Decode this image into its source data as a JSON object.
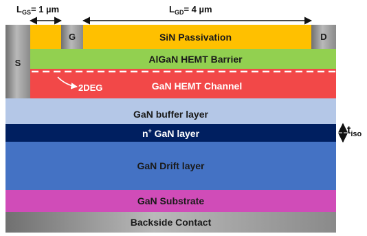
{
  "dimensions": {
    "lgs_label": "L",
    "lgs_sub": "GS",
    "lgs_value": "= 1 µm",
    "lgd_label": "L",
    "lgd_sub": "GD",
    "lgd_value": "= 4 µm"
  },
  "contacts": {
    "source": "S",
    "gate": "G",
    "drain": "D",
    "backside": "Backside Contact"
  },
  "layers": {
    "passivation": "SiN Passivation",
    "barrier": "AlGaN HEMT Barrier",
    "channel": "GaN HEMT Channel",
    "twodeg": "2DEG",
    "buffer": "GaN buffer layer",
    "nplus_n": "n",
    "nplus_sup": "+",
    "nplus_rest": " GaN layer",
    "drift": "GaN Drift layer",
    "substrate": "GaN Substrate"
  },
  "thickness": {
    "t": "t",
    "sub": "iso"
  },
  "colors": {
    "passivation": "#FFC000",
    "barrier": "#92D050",
    "channel": "#F24848",
    "buffer": "#B4C7E7",
    "nplus": "#001F60",
    "drift": "#4472C4",
    "substrate": "#D04CB8",
    "metal": "#A6A6A6"
  }
}
